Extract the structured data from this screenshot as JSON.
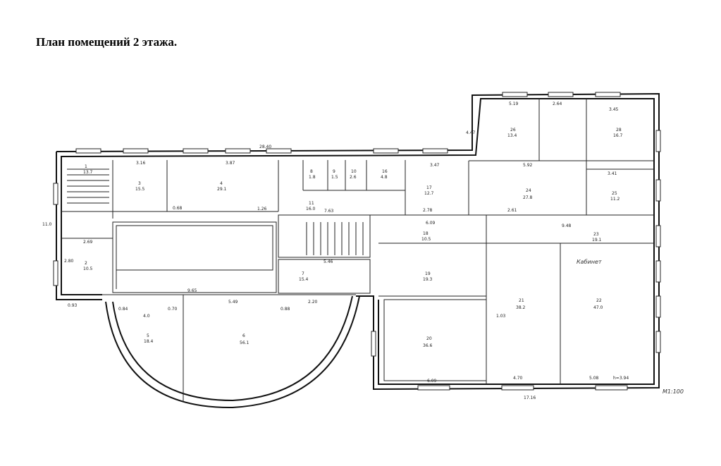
{
  "title": "План помещений 2 этажа.",
  "rooms": [
    {
      "num": "1",
      "area": "13.7"
    },
    {
      "num": "2",
      "area": "10.5"
    },
    {
      "num": "3",
      "area": "15.5"
    },
    {
      "num": "4",
      "area": "29.1"
    },
    {
      "num": "5",
      "area": "18.4"
    },
    {
      "num": "6",
      "area": "56.1"
    },
    {
      "num": "7",
      "area": "15.4"
    },
    {
      "num": "8",
      "area": "1.8"
    },
    {
      "num": "9",
      "area": "1.5"
    },
    {
      "num": "10",
      "area": "2.6"
    },
    {
      "num": "11",
      "area": "16.0"
    },
    {
      "num": "16",
      "area": "4.8"
    },
    {
      "num": "17",
      "area": "12.7"
    },
    {
      "num": "18",
      "area": "10.5"
    },
    {
      "num": "19",
      "area": "19.3"
    },
    {
      "num": "20",
      "area": "36.6"
    },
    {
      "num": "21",
      "area": "38.2"
    },
    {
      "num": "22",
      "area": "47.0"
    },
    {
      "num": "23",
      "area": "19.1"
    },
    {
      "num": "24",
      "area": "27.8"
    },
    {
      "num": "25",
      "area": "11.2"
    },
    {
      "num": "26",
      "area": "13.4"
    },
    {
      "num": "28",
      "area": "16.7"
    }
  ],
  "dimensions": {
    "d_2840": "28.40",
    "d_316": "3.16",
    "d_387": "3.87",
    "d_347": "3.47",
    "d_592": "5.92",
    "d_341": "3.41",
    "d_519": "5.19",
    "d_264": "2.64",
    "d_345": "3.45",
    "d_447": "4.47",
    "d_110": "11.0",
    "d_269": "2.69",
    "d_280": "2.80",
    "d_068": "0.68",
    "d_126": "1.26",
    "d_763": "7.63",
    "d_278": "2.78",
    "d_261": "2.61",
    "d_609": "6.09",
    "d_948": "9.48",
    "d_546": "5.46",
    "d_965": "9.65",
    "d_549": "5.49",
    "d_220": "2.20",
    "d_609b": "6.09",
    "d_470": "4.70",
    "d_508": "5.08",
    "d_1716": "17.16",
    "d_h394": "h=3.94",
    "d_40": "4.0",
    "d_103": "1.03",
    "d_070": "0.70",
    "d_084": "0.84",
    "d_088": "0.88",
    "d_093": "0.93"
  },
  "annotations": {
    "handwritten_a": "Кабинет",
    "handwritten_b": "М1:100"
  }
}
